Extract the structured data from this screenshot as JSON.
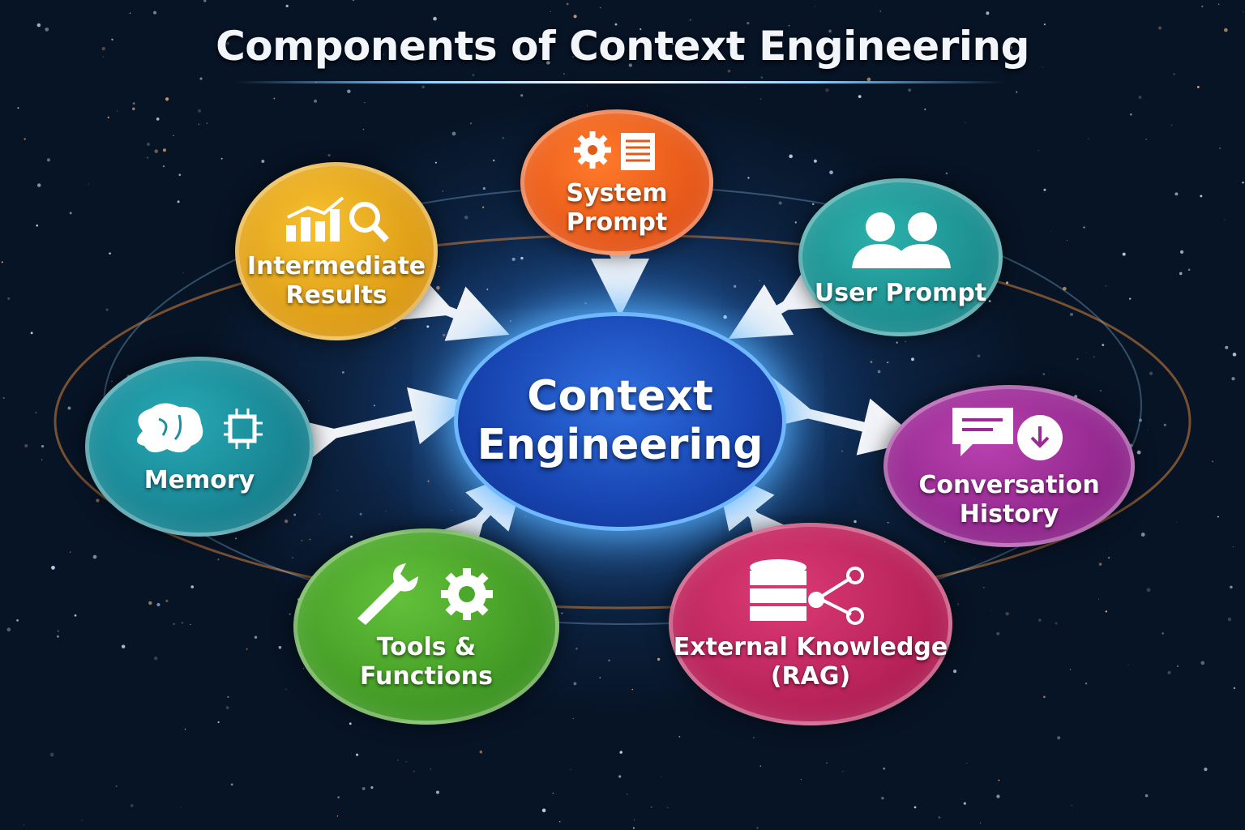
{
  "title": "Components of Context Engineering",
  "center": {
    "line1": "Context",
    "line2": "Engineering",
    "color": "#1d4fc4"
  },
  "nodes": {
    "system_prompt": {
      "line1": "System",
      "line2": "Prompt",
      "icon": "gear-document-icon",
      "color": "#e8561a"
    },
    "intermediate_results": {
      "line1": "Intermediate",
      "line2": "Results",
      "icon": "chart-magnifier-icon",
      "color": "#e0a012"
    },
    "user_prompt": {
      "line1": "User Prompt",
      "icon": "users-icon",
      "color": "#1f9a9a"
    },
    "memory": {
      "line1": "Memory",
      "icon": "brain-chip-icon",
      "color": "#1b8fa0"
    },
    "conversation_history": {
      "line1": "Conversation",
      "line2": "History",
      "icon": "chat-bubbles-icon",
      "color": "#9a2a96"
    },
    "tools_functions": {
      "line1": "Tools &",
      "line2": "Functions",
      "icon": "wrench-gear-icon",
      "color": "#4aa82a"
    },
    "external_knowledge": {
      "line1": "External Knowledge",
      "line2": "(RAG)",
      "icon": "database-share-icon",
      "color": "#c4205e"
    }
  }
}
